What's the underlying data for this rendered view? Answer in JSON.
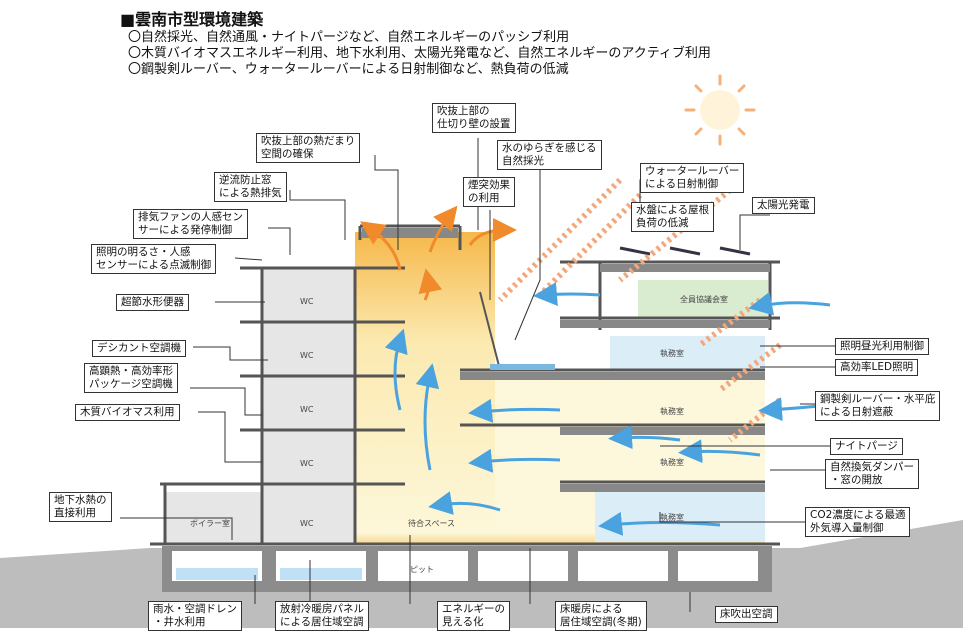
{
  "header": {
    "title": "■雲南市型環境建築",
    "bullets": [
      "〇自然採光、自然通風・ナイトパージなど、自然エネルギーのパッシブ利用",
      "〇木質バイオマスエネルギー利用、地下水利用、太陽光発電など、自然エネルギーのアクティブ利用",
      "〇鋼製剣ルーバー、ウォータールーバーによる日射制御など、熱負荷の低減"
    ]
  },
  "labels": {
    "fukinuke_partition": "吹抜上部の\n仕切り壁の設置",
    "fukinuke_heat": "吹抜上部の熱だまり\n空間の確保",
    "water_light": "水のゆらぎを感じる\n自然採光",
    "backflow_window": "逆流防止窓\nによる熱排気",
    "chimney": "煙突効果\nの利用",
    "water_louver": "ウォータールーバー\nによる日射制御",
    "exhaust_fan": "排気ファンの人感セン\nサーによる発停制御",
    "roof_pond": "水盤による屋根\n負荷の低減",
    "solar_pv": "太陽光発電",
    "lighting_sensor": "照明の明るさ・人感\nセンサーによる点滅制御",
    "super_water_toilet": "超節水形便器",
    "daylight_control": "照明昼光利用制御",
    "desiccant": "デシカント空調機",
    "led": "高効率LED照明",
    "package_ac": "高顕熱・高効率形\nパッケージ空調機",
    "steel_louver": "鋼製剣ルーバー・水平庇\nによる日射遮蔽",
    "biomass": "木質バイオマス利用",
    "night_purge": "ナイトパージ",
    "damper": "自然換気ダンパー\n・窓の開放",
    "groundwater": "地下水熱の\n直接利用",
    "co2": "CO2濃度による最適\n外気導入量制御",
    "rainwater": "雨水・空調ドレン\n・井水利用",
    "radiant_panel": "放射冷暖房パネル\nによる居住域空調",
    "energy_visual": "エネルギーの\n見える化",
    "floor_heating": "床暖房による\n居住域空調(冬期)",
    "floor_outlet": "床吹出空調"
  },
  "rooms": {
    "wc": "WC",
    "boiler": "ボイラー室",
    "waiting": "待合スペース",
    "pit": "ピット",
    "assembly": "全員協議会室",
    "office": "執務室"
  }
}
